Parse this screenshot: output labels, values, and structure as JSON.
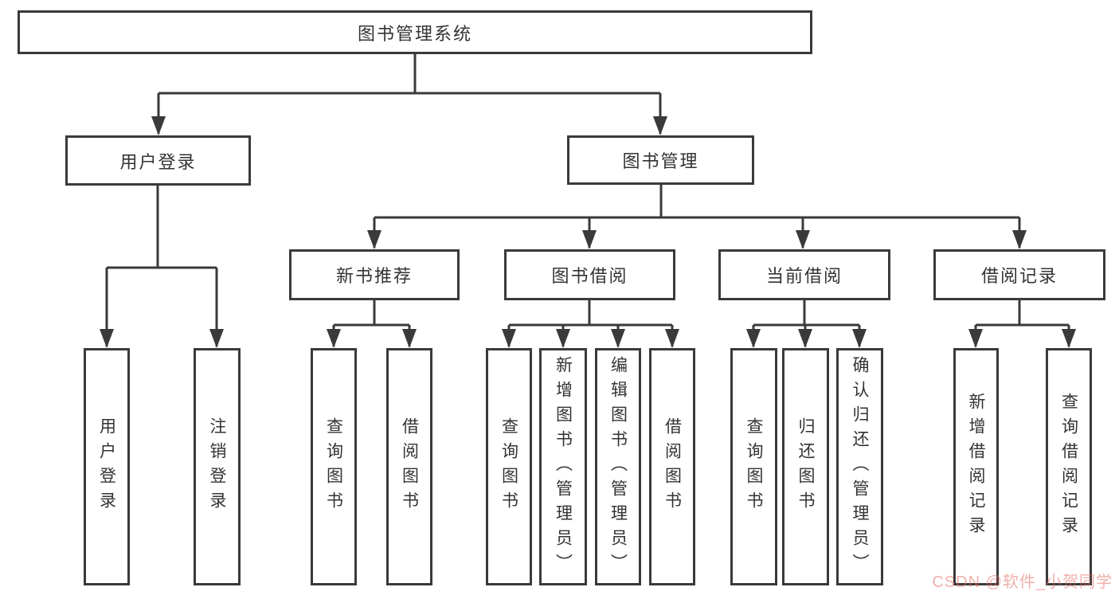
{
  "diagram": {
    "root": {
      "label": "图书管理系统",
      "children": [
        {
          "label": "用户登录",
          "children": [
            {
              "label": "用户登录"
            },
            {
              "label": "注销登录"
            }
          ]
        },
        {
          "label": "图书管理",
          "children": [
            {
              "label": "新书推荐",
              "children": [
                {
                  "label": "查询图书"
                },
                {
                  "label": "借阅图书"
                }
              ]
            },
            {
              "label": "图书借阅",
              "children": [
                {
                  "label": "查询图书"
                },
                {
                  "label": "新增图书（管理员）"
                },
                {
                  "label": "编辑图书（管理员）"
                },
                {
                  "label": "借阅图书"
                }
              ]
            },
            {
              "label": "当前借阅",
              "children": [
                {
                  "label": "查询图书"
                },
                {
                  "label": "归还图书"
                },
                {
                  "label": "确认归还（管理员）"
                }
              ]
            },
            {
              "label": "借阅记录",
              "children": [
                {
                  "label": "新增借阅记录"
                },
                {
                  "label": "查询借阅记录"
                }
              ]
            }
          ]
        }
      ]
    }
  },
  "watermark": "CSDN @软件_小贺同学",
  "colors": {
    "line": "#3a3a3a",
    "text": "#333333",
    "background": "#ffffff",
    "watermark_pink": "#f1b5b2"
  }
}
